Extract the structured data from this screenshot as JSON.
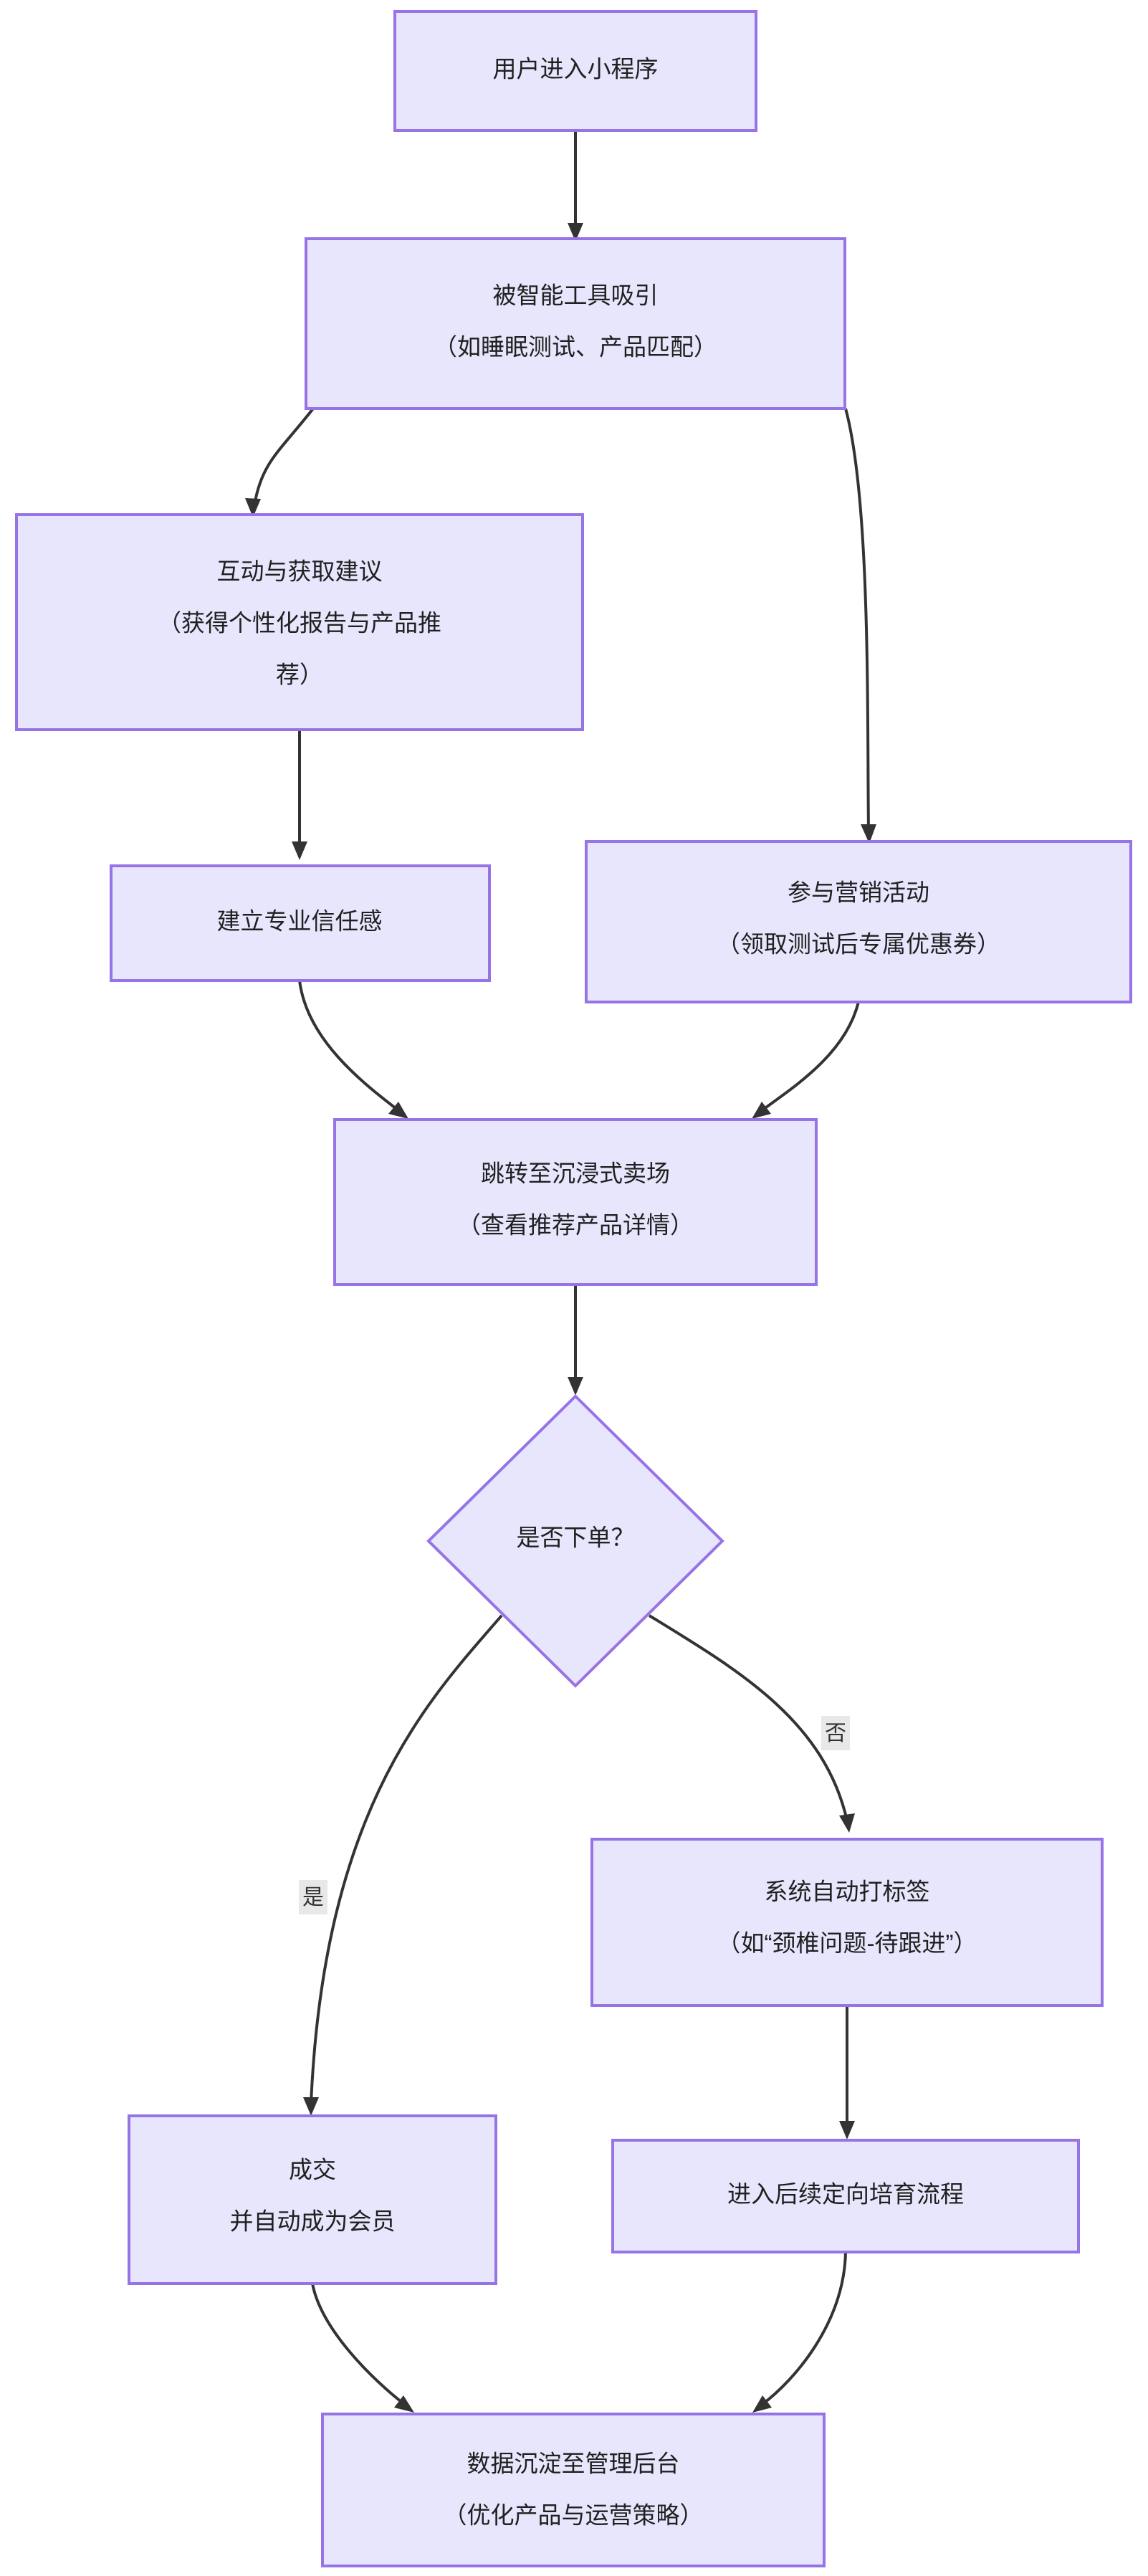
{
  "diagram": {
    "type": "flowchart",
    "direction": "top-to-bottom",
    "theme": {
      "node_fill": "#e8e6fc",
      "node_border": "#9673e6",
      "edge_color": "#333333",
      "text_color": "#1f2020",
      "label_background": "#e8e8e8",
      "canvas_background": "#ffffff"
    },
    "nodes": [
      {
        "id": "n1",
        "shape": "rect",
        "lines": [
          "用户进入小程序"
        ]
      },
      {
        "id": "n2",
        "shape": "rect",
        "lines": [
          "被智能工具吸引",
          "（如睡眠测试、产品匹配）"
        ]
      },
      {
        "id": "n3",
        "shape": "rect",
        "lines": [
          "互动与获取建议",
          "（获得个性化报告与产品推",
          "荐）"
        ]
      },
      {
        "id": "n4",
        "shape": "rect",
        "lines": [
          "建立专业信任感"
        ]
      },
      {
        "id": "n5",
        "shape": "rect",
        "lines": [
          "参与营销活动",
          "（领取测试后专属优惠券）"
        ]
      },
      {
        "id": "n6",
        "shape": "rect",
        "lines": [
          "跳转至沉浸式卖场",
          "（查看推荐产品详情）"
        ]
      },
      {
        "id": "n7",
        "shape": "diamond",
        "lines": [
          "是否下单？"
        ]
      },
      {
        "id": "n8",
        "shape": "rect",
        "lines": [
          "系统自动打标签",
          "（如“颈椎问题-待跟进”）"
        ]
      },
      {
        "id": "n9",
        "shape": "rect",
        "lines": [
          "成交",
          "并自动成为会员"
        ]
      },
      {
        "id": "n10",
        "shape": "rect",
        "lines": [
          "进入后续定向培育流程"
        ]
      },
      {
        "id": "n11",
        "shape": "rect",
        "lines": [
          "数据沉淀至管理后台",
          "（优化产品与运营策略）"
        ]
      }
    ],
    "edges": [
      {
        "from": "n1",
        "to": "n2",
        "label": ""
      },
      {
        "from": "n2",
        "to": "n3",
        "label": ""
      },
      {
        "from": "n2",
        "to": "n5",
        "label": ""
      },
      {
        "from": "n3",
        "to": "n4",
        "label": ""
      },
      {
        "from": "n4",
        "to": "n6",
        "label": ""
      },
      {
        "from": "n5",
        "to": "n6",
        "label": ""
      },
      {
        "from": "n6",
        "to": "n7",
        "label": ""
      },
      {
        "from": "n7",
        "to": "n9",
        "label": "是"
      },
      {
        "from": "n7",
        "to": "n8",
        "label": "否"
      },
      {
        "from": "n8",
        "to": "n10",
        "label": ""
      },
      {
        "from": "n9",
        "to": "n11",
        "label": ""
      },
      {
        "from": "n10",
        "to": "n11",
        "label": ""
      }
    ],
    "edge_labels": {
      "yes": "是",
      "no": "否"
    }
  }
}
